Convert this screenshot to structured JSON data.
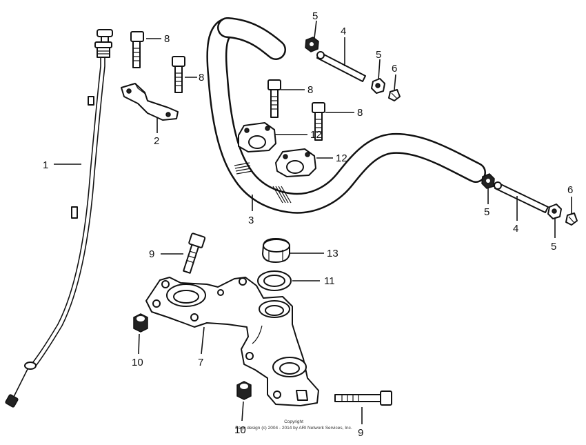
{
  "callouts": {
    "p1": "1",
    "p2": "2",
    "p3": "3",
    "p4a": "4",
    "p4b": "4",
    "p5a": "5",
    "p5b": "5",
    "p5c": "5",
    "p5d": "5",
    "p6a": "6",
    "p6b": "6",
    "p7": "7",
    "p8a": "8",
    "p8b": "8",
    "p8c": "8",
    "p8d": "8",
    "p9a": "9",
    "p9b": "9",
    "p10a": "10",
    "p10b": "10",
    "p11": "11",
    "p12a": "12",
    "p12b": "12",
    "p13": "13"
  },
  "copyright": {
    "line1": "Copyright",
    "line2": "Page design (c) 2004 - 2014 by ARI Network Services, Inc."
  }
}
